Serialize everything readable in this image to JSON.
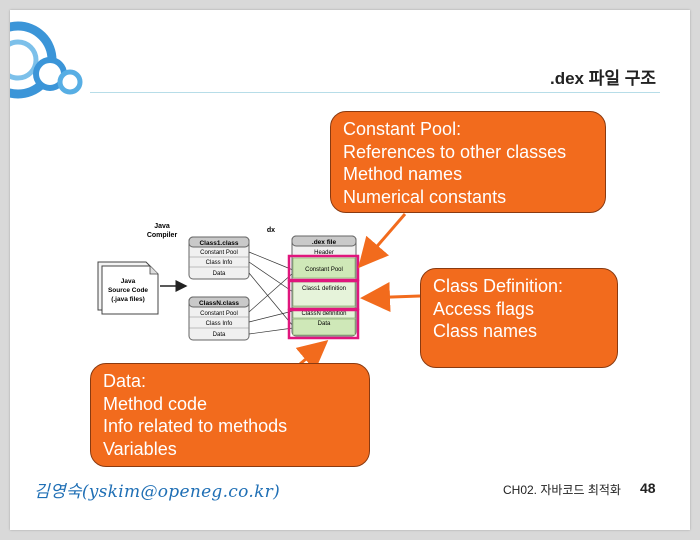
{
  "slide": {
    "title": ".dex 파일 구조",
    "footer": {
      "author_signature": "김영숙(yskim@openeg.co.kr)",
      "chapter": "CH02. 자바코드 최적화",
      "page_number": "48"
    }
  },
  "diagram": {
    "labels": {
      "java_compiler_1": "Java",
      "java_compiler_2": "Compiler",
      "dx": "dx"
    },
    "source": {
      "line1": "Java",
      "line2": "Source Code",
      "line3": "(.java files)"
    },
    "class1": {
      "header": "Class1.class",
      "rows": [
        "Constant Pool",
        "Class Info",
        "Data"
      ]
    },
    "classN": {
      "header": "ClassN.class",
      "rows": [
        "Constant Pool",
        "Class Info",
        "Data"
      ]
    },
    "dex": {
      "header1": ".dex file",
      "header2": "Header",
      "constant_pool": "Constant Pool",
      "class1_def": "Class1 definition",
      "classN_def": "ClassN definition",
      "data": "Data"
    }
  },
  "callouts": {
    "constant_pool": [
      "Constant Pool:",
      "References to other classes",
      "Method names",
      "Numerical constants"
    ],
    "class_definition": [
      "Class Definition:",
      "Access flags",
      "Class names"
    ],
    "data": [
      "Data:",
      "Method code",
      "Info related to methods",
      "Variables"
    ]
  },
  "colors": {
    "callout_fill": "#f26b1d",
    "highlight": "#e0167d",
    "dex_green": "#cfe8b8",
    "logo_blue": "#3b95d8"
  }
}
